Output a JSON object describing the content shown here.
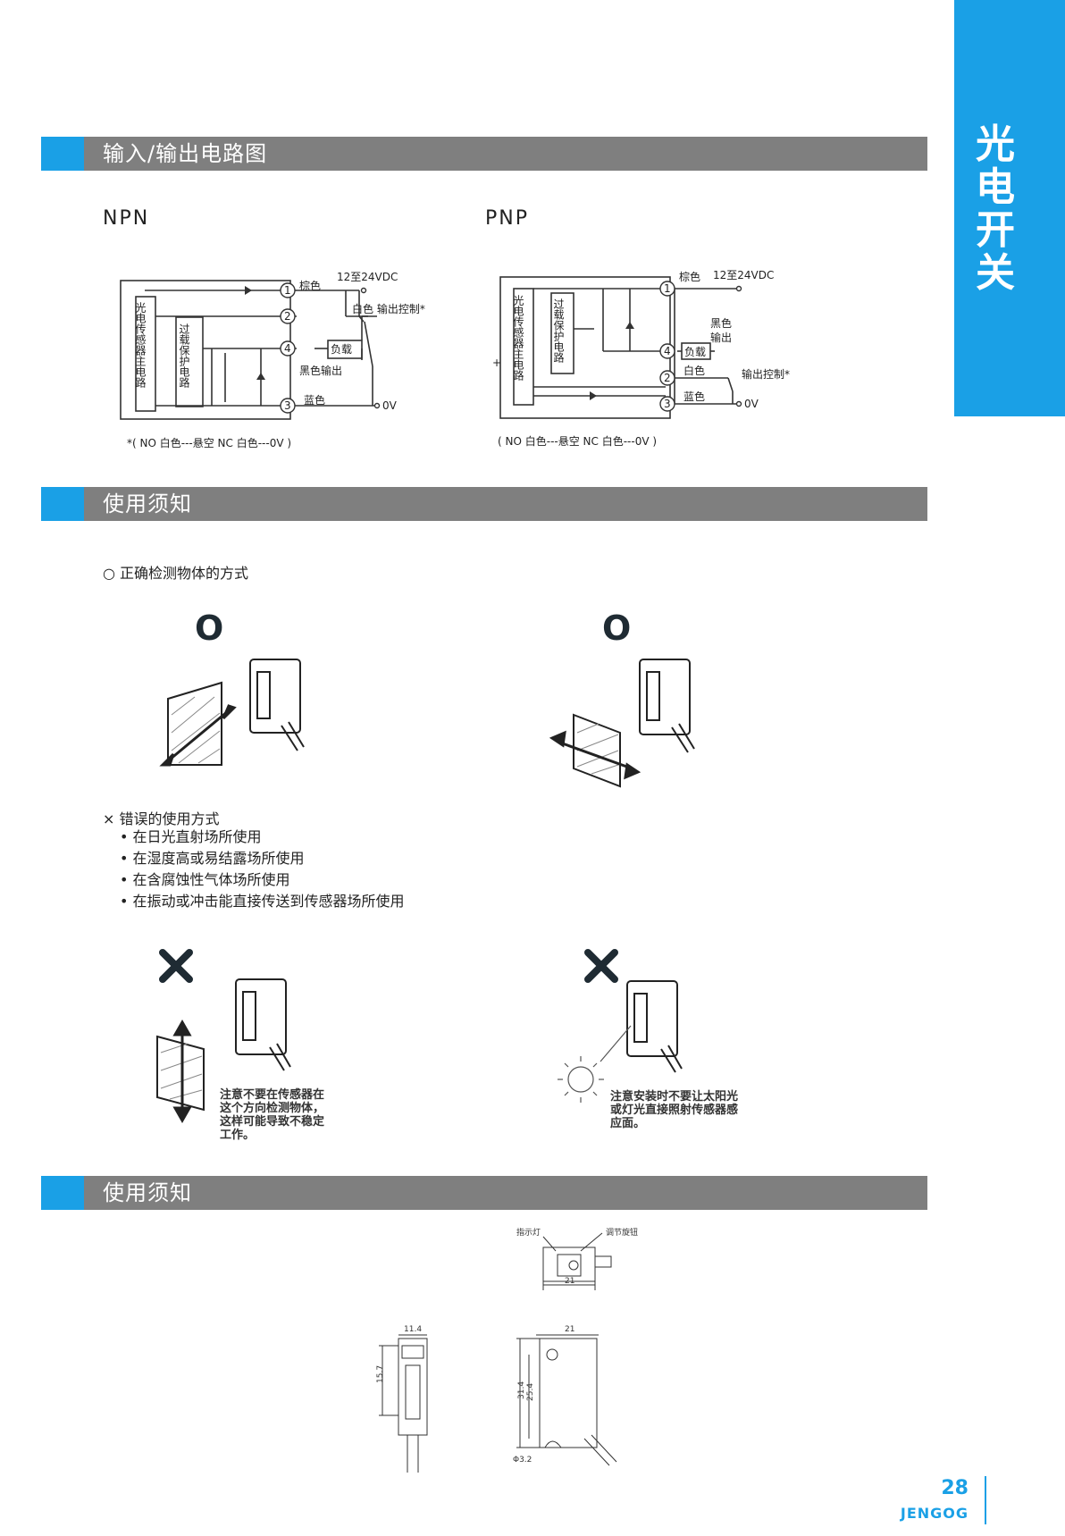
{
  "side_tab": {
    "chars": [
      "光",
      "电",
      "开",
      "关"
    ]
  },
  "sections": {
    "io": "输入/输出电路图",
    "usage1": "使用须知",
    "usage2": "使用须知"
  },
  "npn": {
    "label": "NPN",
    "block_main": "光电传感器主电路",
    "block_protect": "过载保护电路",
    "pin1": "1",
    "pin2": "2",
    "pin3": "3",
    "pin4": "4",
    "wire1": "棕色",
    "wire4": "黑色输出",
    "wire3": "蓝色",
    "wire2": "白色 输出控制*",
    "load": "负载",
    "supply": "12至24VDC",
    "zero": "0V",
    "note": "*( NO  白色---悬空   NC  白色---0V  )"
  },
  "pnp": {
    "label": "PNP",
    "block_main": "光电传感器主电路",
    "block_protect": "过载保护电路",
    "pin1": "1",
    "pin2": "2",
    "pin3": "3",
    "pin4": "4",
    "wire1": "棕色",
    "wire4a": "黑色",
    "wire4b": "输出",
    "load": "负载",
    "wire2": "白色",
    "wire3": "蓝色",
    "supply": "12至24VDC",
    "control": "输出控制*",
    "zero": "0V",
    "plus": "+",
    "note": "( NO  白色---悬空   NC  白色---0V  )"
  },
  "correct": {
    "heading": "○ 正确检测物体的方式",
    "mark": "O"
  },
  "wrong": {
    "heading": "×  错误的使用方式",
    "items": [
      "• 在日光直射场所使用",
      "• 在湿度高或易结露场所使用",
      "• 在含腐蚀性气体场所使用",
      "• 在振动或冲击能直接传送到传感器场所使用"
    ],
    "note1": [
      "注意不要在传感器在",
      "这个方向检测物体，",
      "这样可能导致不稳定",
      "工作。"
    ],
    "note2": [
      "注意安装时不要让太阳光",
      "或灯光直接照射传感器感",
      "应面。"
    ]
  },
  "dims": {
    "indicator": "指示灯",
    "knob": "调节旋钮",
    "w21_top": "21",
    "w21": "21",
    "w11_4": "11.4",
    "h15_7": "15.7",
    "h31_4": "31.4",
    "h25_4": "25.4",
    "hole": "Φ3.2"
  },
  "footer": {
    "page": "28",
    "brand": "JENGOG"
  }
}
